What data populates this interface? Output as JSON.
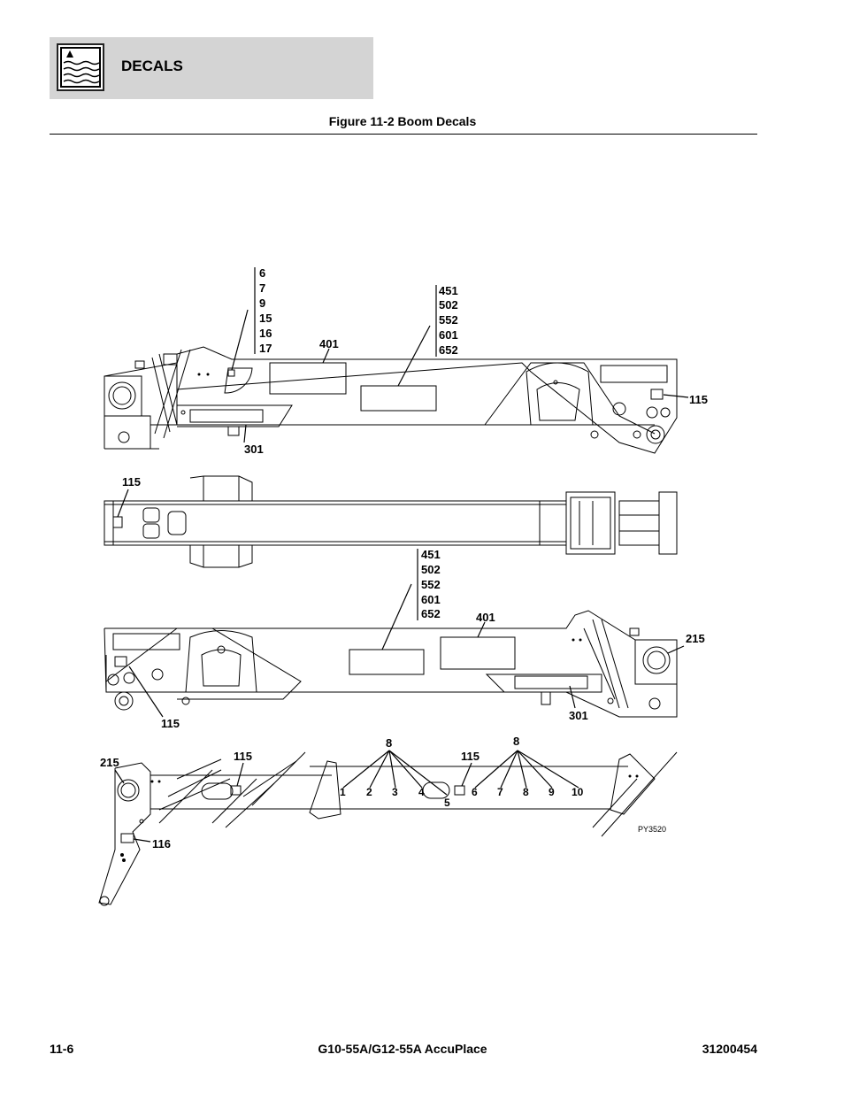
{
  "header": {
    "title": "DECALS",
    "icon": "decal-book-icon"
  },
  "figure": {
    "title": "Figure 11-2 Boom Decals",
    "drawing_code": "PY3520"
  },
  "callouts": {
    "view1_stack_a": [
      "6",
      "7",
      "9",
      "15",
      "16",
      "17"
    ],
    "view1_stack_b": [
      "451",
      "502",
      "552",
      "601",
      "652"
    ],
    "view1_401": "401",
    "view1_301": "301",
    "view1_115": "115",
    "view2_115": "115",
    "view3_stack": [
      "451",
      "502",
      "552",
      "601",
      "652"
    ],
    "view3_401": "401",
    "view3_215": "215",
    "view3_115": "115",
    "view3_301": "301",
    "view4_215": "215",
    "view4_115a": "115",
    "view4_116": "116",
    "view4_8a": "8",
    "view4_8b": "8",
    "view4_115b": "115",
    "view4_digits": [
      "1",
      "2",
      "3",
      "4",
      "5",
      "6",
      "7",
      "8",
      "9",
      "10"
    ]
  },
  "footer": {
    "page": "11-6",
    "model": "G10-55A/G12-55A AccuPlace",
    "doc_number": "31200454"
  }
}
